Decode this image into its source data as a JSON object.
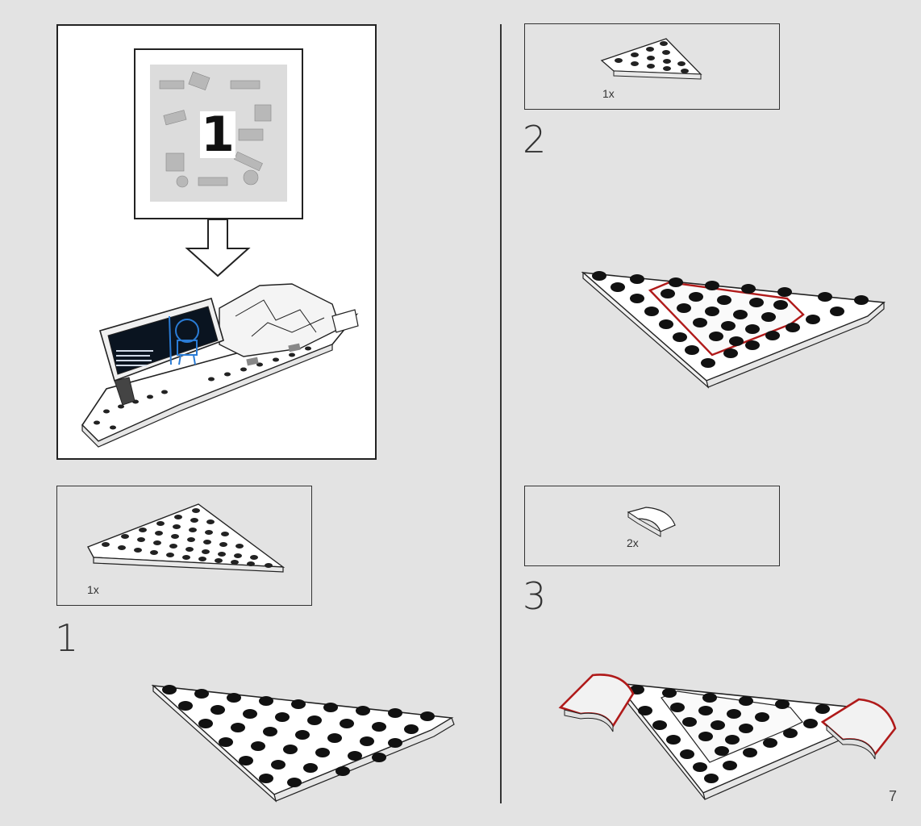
{
  "bag": {
    "number": "1"
  },
  "steps": [
    {
      "number": "1",
      "part_qty": "1x"
    },
    {
      "number": "2",
      "part_qty": "1x"
    },
    {
      "number": "3",
      "part_qty": "2x"
    }
  ],
  "page_number": "7",
  "colors": {
    "highlight": "#b01a1a",
    "ink": "#222222",
    "paper": "#e3e3e3",
    "bag": "#dcdcdc",
    "screen": "#0a1420",
    "screen_art": "#2a7cd6"
  }
}
